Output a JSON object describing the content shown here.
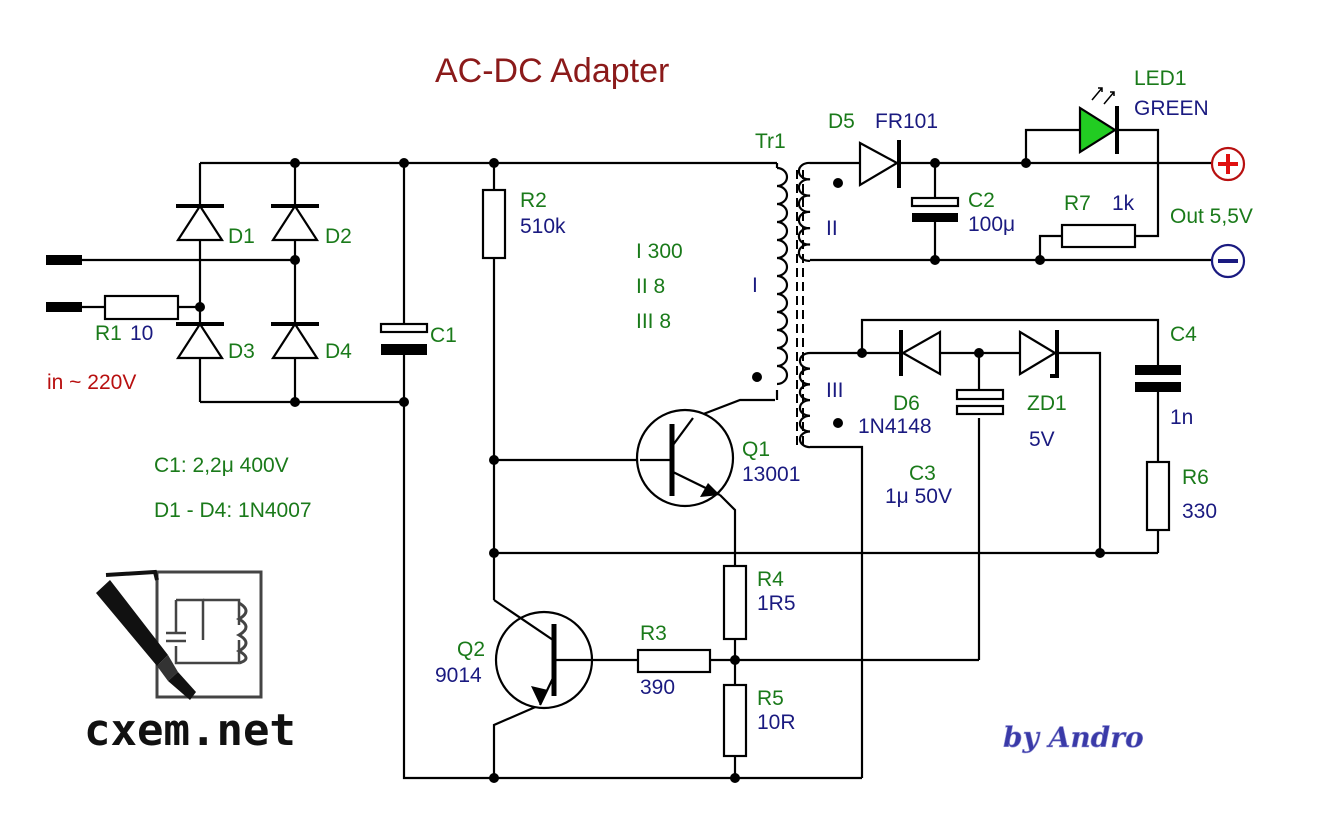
{
  "title": "AC-DC Adapter",
  "logo_text": "cxem.net",
  "signature": "by Andro",
  "windings": [
    "I  300",
    "II  8",
    "III  8"
  ],
  "notes": [
    "C1: 2,2μ 400V",
    "D1 - D4: 1N4007"
  ],
  "colors": {
    "title": "#8b1a1a",
    "designator_text": "#1a7a1a",
    "value_text": "#1a1a80",
    "input_voltage_text": "#b81010",
    "led": "#22cc22"
  },
  "labels": {
    "d1": "D1",
    "d2": "D2",
    "d3": "D3",
    "d4": "D4",
    "r1": "R1",
    "r1_value": "10",
    "input": "in ~ 220V",
    "c1": "C1",
    "r2": "R2",
    "r2_value": "510k",
    "tr1": "Tr1",
    "winding_i": "I",
    "winding_ii": "II",
    "winding_iii": "III",
    "d5": "D5",
    "d5_value": "FR101",
    "c2": "C2",
    "c2_value": "100μ",
    "led1": "LED1",
    "led1_color": "GREEN",
    "r7": "R7",
    "r7_value": "1k",
    "output": "Out 5,5V",
    "c4": "C4",
    "c4_value": "1n",
    "d6": "D6",
    "d6_value": "1N4148",
    "zd1": "ZD1",
    "zd1_value": "5V",
    "c3": "C3",
    "c3_value": "1μ 50V",
    "r6": "R6",
    "r6_value": "330",
    "q1": "Q1",
    "q1_value": "13001",
    "r4": "R4",
    "r4_value": "1R5",
    "r3": "R3",
    "r3_value": "390",
    "r5": "R5",
    "r5_value": "10R",
    "q2": "Q2",
    "q2_value": "9014"
  }
}
